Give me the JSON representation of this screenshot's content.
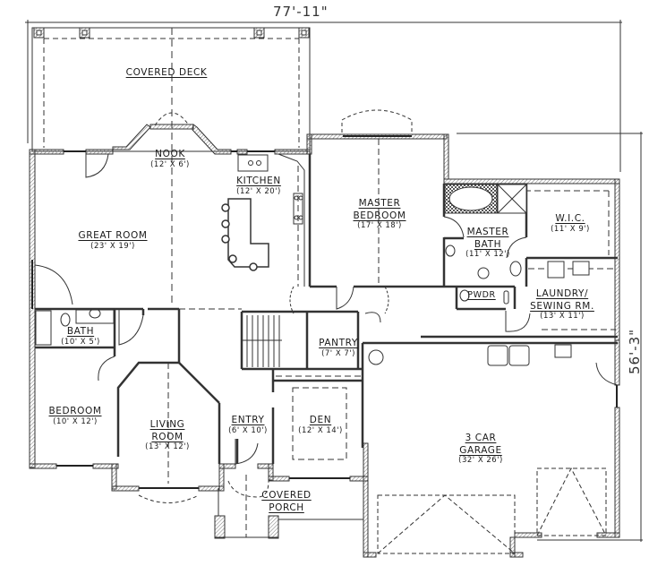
{
  "plan": {
    "overall_width": "77'-11\"",
    "overall_depth": "56'-3\"",
    "colors": {
      "wall": "#555555",
      "line": "#222222",
      "hatch": "#888888",
      "background": "#ffffff"
    }
  },
  "rooms": [
    {
      "id": "covered-deck",
      "name": "COVERED DECK",
      "size": ""
    },
    {
      "id": "nook",
      "name": "NOOK",
      "size": "(12' X 6')"
    },
    {
      "id": "kitchen",
      "name": "KITCHEN",
      "size": "(12' X 20')"
    },
    {
      "id": "great-room",
      "name": "GREAT ROOM",
      "size": "(23' X 19')"
    },
    {
      "id": "master-bedroom",
      "name": "MASTER BEDROOM",
      "name_line1": "MASTER",
      "name_line2": "BEDROOM",
      "size": "(17' X 18')"
    },
    {
      "id": "master-bath",
      "name": "MASTER BATH",
      "name_line1": "MASTER",
      "name_line2": "BATH",
      "size": "(11' X 12')"
    },
    {
      "id": "wic",
      "name": "W.I.C.",
      "size": "(11' X 9')"
    },
    {
      "id": "pwdr",
      "name": "PWDR",
      "size": ""
    },
    {
      "id": "laundry",
      "name": "LAUNDRY/ SEWING RM.",
      "name_line1": "LAUNDRY/",
      "name_line2": "SEWING RM.",
      "size": "(13' X 11')"
    },
    {
      "id": "bath",
      "name": "BATH",
      "size": "(10' X 5')"
    },
    {
      "id": "pantry",
      "name": "PANTRY",
      "size": "(7' X 7')"
    },
    {
      "id": "bedroom",
      "name": "BEDROOM",
      "size": "(10' X 12')"
    },
    {
      "id": "living-room",
      "name": "LIVING ROOM",
      "name_line1": "LIVING",
      "name_line2": "ROOM",
      "size": "(13' X 12')"
    },
    {
      "id": "entry",
      "name": "ENTRY",
      "size": "(6' X 10')"
    },
    {
      "id": "den",
      "name": "DEN",
      "size": "(12' X 14')"
    },
    {
      "id": "garage",
      "name": "3 CAR GARAGE",
      "name_line1": "3 CAR",
      "name_line2": "GARAGE",
      "size": "(32' X 26')"
    },
    {
      "id": "covered-porch",
      "name": "COVERED PORCH",
      "name_line1": "COVERED",
      "name_line2": "PORCH",
      "size": ""
    }
  ]
}
